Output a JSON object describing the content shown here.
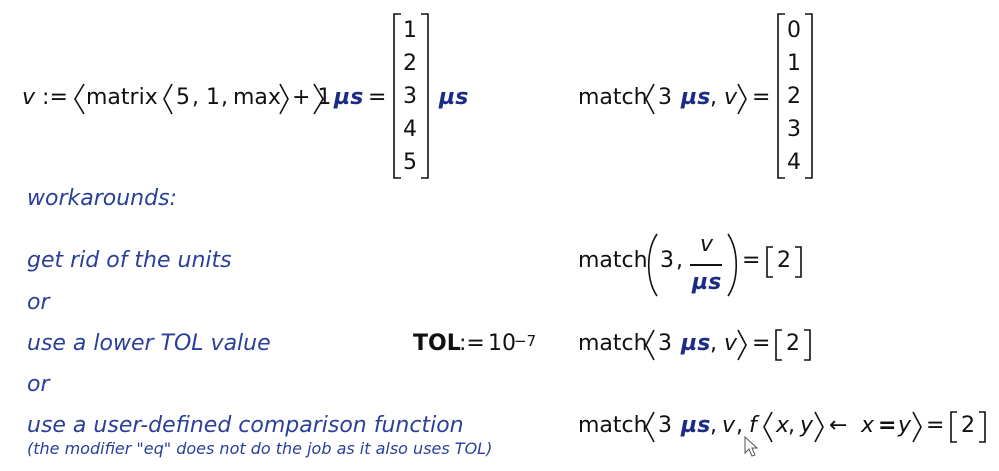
{
  "row1_left": {
    "def_var": "v",
    "assign": ":=",
    "func_name": "matrix",
    "arg1": "5",
    "arg2": "1",
    "arg3": "max",
    "plus_one": "+ 1",
    "unit": "µs",
    "equals": "=",
    "matrix_values": [
      "1",
      "2",
      "3",
      "4",
      "5"
    ],
    "result_unit": "µs"
  },
  "row1_right": {
    "func": "match",
    "arg_num": "3",
    "arg_unit": "µs",
    "arg_var": "v",
    "equals": "=",
    "matrix_values": [
      "0",
      "1",
      "2",
      "3",
      "4"
    ]
  },
  "workarounds_label": "workarounds:",
  "workaround1": {
    "label": "get rid of the units",
    "func": "match",
    "arg_num": "3",
    "frac_num": "v",
    "frac_den": "µs",
    "equals": "=",
    "result": "2"
  },
  "or1": "or",
  "workaround2": {
    "label": "use a lower TOL value",
    "tol_name": "TOL",
    "tol_assign": ":=",
    "tol_base": "10",
    "tol_exp": "−7",
    "func": "match",
    "arg_num": "3",
    "arg_unit": "µs",
    "arg_var": "v",
    "equals": "=",
    "result": "2"
  },
  "or2": "or",
  "workaround3": {
    "label": "use a user-defined comparison function",
    "sublabel": "(the modifier \"eq\" does not do the job as it also uses TOL)",
    "func": "match",
    "arg_num": "3",
    "arg_unit": "µs",
    "arg_var": "v",
    "f_name": "f",
    "f_x": "x",
    "f_y": "y",
    "arrow": "←",
    "eq_x": "x",
    "eq_sign": "=",
    "eq_y": "y",
    "equals": "=",
    "result": "2"
  },
  "colors": {
    "note": "#2a3f9a",
    "unit": "#1c2c86",
    "text": "#111111"
  }
}
